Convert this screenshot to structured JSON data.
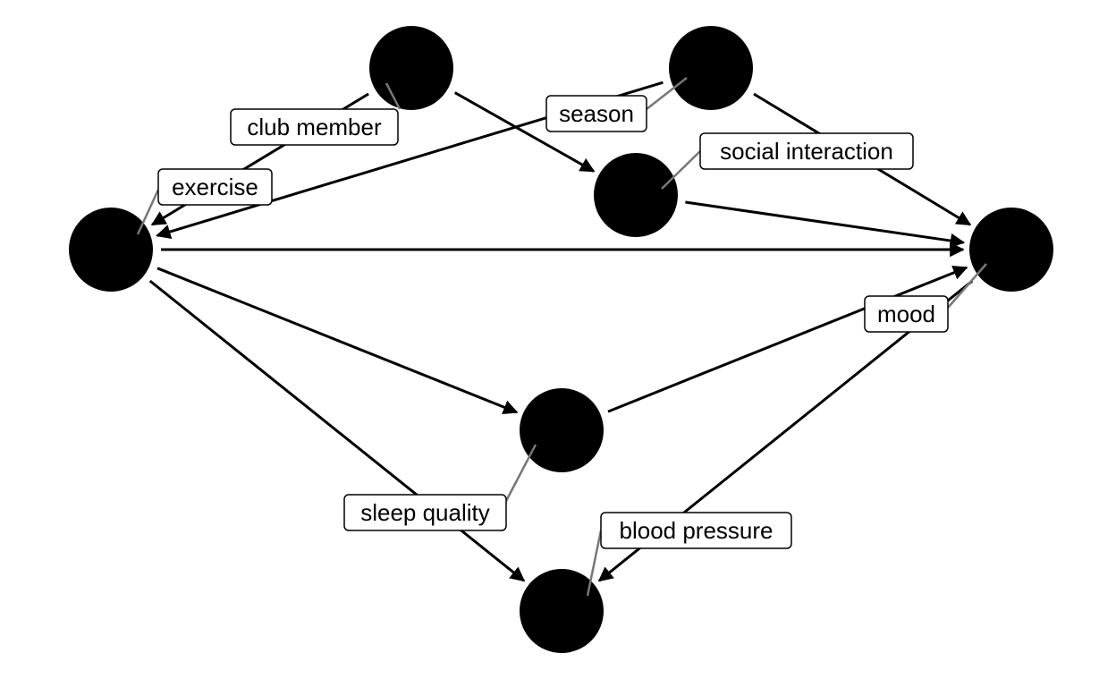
{
  "diagram": {
    "type": "directed-acyclic-graph",
    "node_color": "#000000",
    "edge_color": "#000000",
    "label_leader_color": "#777777",
    "nodes": [
      {
        "id": "club_member",
        "label": "club member"
      },
      {
        "id": "season",
        "label": "season"
      },
      {
        "id": "social_interaction",
        "label": "social interaction"
      },
      {
        "id": "exercise",
        "label": "exercise"
      },
      {
        "id": "mood",
        "label": "mood"
      },
      {
        "id": "sleep_quality",
        "label": "sleep quality"
      },
      {
        "id": "blood_pressure",
        "label": "blood pressure"
      }
    ],
    "edges": [
      {
        "from": "club_member",
        "to": "exercise"
      },
      {
        "from": "club_member",
        "to": "social_interaction"
      },
      {
        "from": "season",
        "to": "exercise"
      },
      {
        "from": "season",
        "to": "mood"
      },
      {
        "from": "social_interaction",
        "to": "mood"
      },
      {
        "from": "exercise",
        "to": "mood"
      },
      {
        "from": "exercise",
        "to": "sleep_quality"
      },
      {
        "from": "exercise",
        "to": "blood_pressure"
      },
      {
        "from": "sleep_quality",
        "to": "mood"
      },
      {
        "from": "mood",
        "to": "blood_pressure"
      }
    ]
  }
}
